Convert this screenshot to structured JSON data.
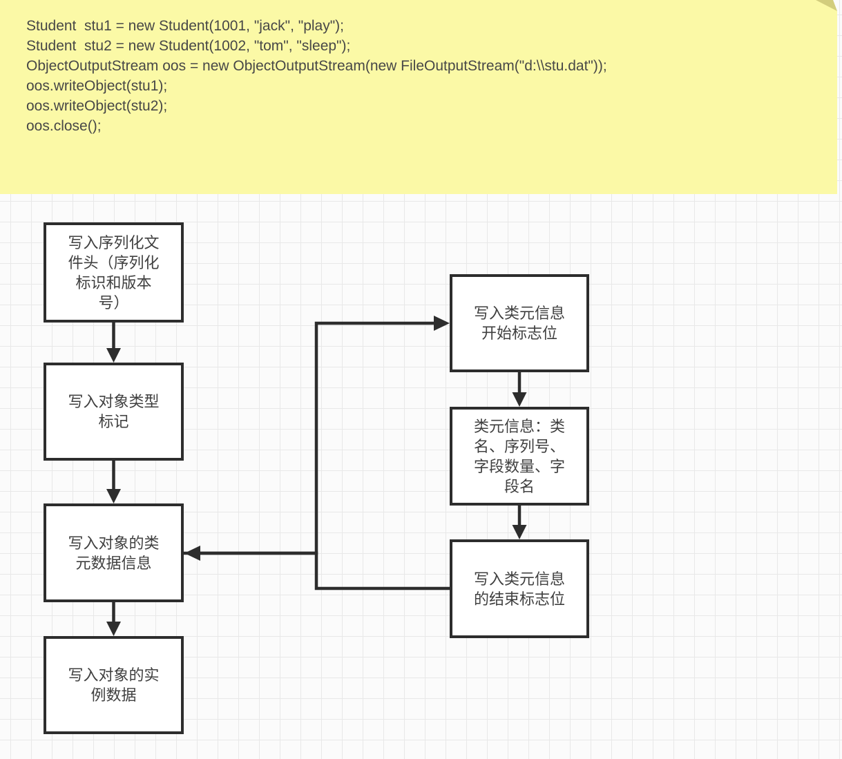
{
  "note": {
    "background": "#fbf9a6",
    "fold_color": "#d2cd7d",
    "text_color": "#474747",
    "code_lines": [
      "Student  stu1 = new Student(1001, \"jack\", \"play\");",
      "Student  stu2 = new Student(1002, \"tom\", \"sleep\");",
      "ObjectOutputStream oos = new ObjectOutputStream(new FileOutputStream(\"d:\\\\stu.dat\"));",
      "oos.writeObject(stu1);",
      "oos.writeObject(stu2);",
      "oos.close();"
    ]
  },
  "flowchart": {
    "stroke_color": "#2d2d2d",
    "box_fill": "#ffffff",
    "text_color": "#3f3f3f",
    "grid_line_color": "#e8e8e8",
    "boxes": {
      "write_header": "写入序列化文\n件头（序列化\n标识和版本\n号）",
      "write_type_tag": "写入对象类型\n标记",
      "write_class_meta": "写入对象的类\n元数据信息",
      "write_instance_data": "写入对象的实\n例数据",
      "meta_start_flag": "写入类元信息\n开始标志位",
      "meta_info": "类元信息：类\n名、序列号、\n字段数量、字\n段名",
      "meta_end_flag": "写入类元信息\n的结束标志位"
    }
  }
}
